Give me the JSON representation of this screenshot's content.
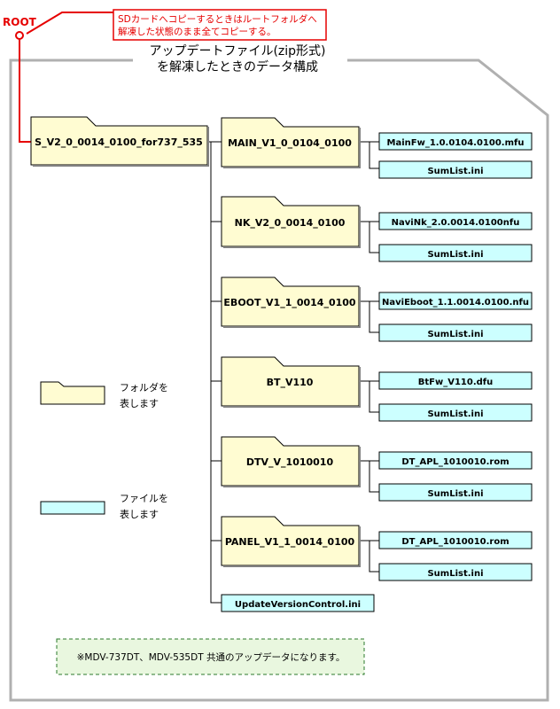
{
  "root_label": "ROOT",
  "callout": {
    "line1": "SDカードへコピーするときはルートフォルダへ",
    "line2": "解凍した状態のまま全てコピーする。"
  },
  "title": {
    "line1": "アップデートファイル(zip形式)",
    "line2": "を解凍したときのデータ構成"
  },
  "root_folder": "S_V2_0_0014_0100_for737_535",
  "subfolders": [
    {
      "name": "MAIN_V1_0_0104_0100",
      "files": [
        "MainFw_1.0.0104.0100.mfu",
        "SumList.ini"
      ]
    },
    {
      "name": "NK_V2_0_0014_0100",
      "files": [
        "NaviNk_2.0.0014.0100nfu",
        "SumList.ini"
      ]
    },
    {
      "name": "EBOOT_V1_1_0014_0100",
      "files": [
        "NaviEboot_1.1.0014.0100.nfu",
        "SumList.ini"
      ]
    },
    {
      "name": "BT_V110",
      "files": [
        "BtFw_V110.dfu",
        "SumList.ini"
      ]
    },
    {
      "name": "DTV_V_1010010",
      "files": [
        "DT_APL_1010010.rom",
        "SumList.ini"
      ]
    },
    {
      "name": "PANEL_V1_1_0014_0100",
      "files": [
        "DT_APL_1010010.rom",
        "SumList.ini"
      ]
    }
  ],
  "root_file": "UpdateVersionControl.ini",
  "legend": {
    "folder_line1": "フォルダを",
    "folder_line2": "表します",
    "file_line1": "ファイルを",
    "file_line2": "表します"
  },
  "note": "※MDV-737DT、MDV-535DT 共通のアップデータになります。",
  "colors": {
    "folder_fill": "#fffcd2",
    "file_fill": "#ccffff",
    "callout_red": "#e60000",
    "frame_gray": "#b0b0b0",
    "note_fill": "#e9f7df",
    "note_border": "#2b7a2b"
  }
}
